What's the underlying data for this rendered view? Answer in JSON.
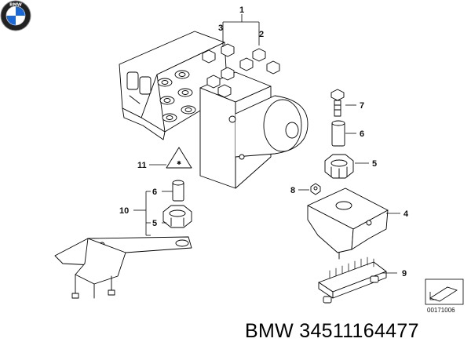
{
  "diagram": {
    "callouts": {
      "c1": "1",
      "c2": "2",
      "c3": "3",
      "c4": "4",
      "c5a": "5",
      "c5b": "5",
      "c6a": "6",
      "c6b": "6",
      "c7": "7",
      "c8": "8",
      "c9": "9",
      "c10": "10",
      "c11": "11"
    },
    "reference_code": "00171006"
  },
  "footer": {
    "brand_logo_text": "BMW",
    "part_number": "BMW 34511164477"
  },
  "colors": {
    "line": "#000000",
    "background": "#ffffff",
    "logo_blue": "#1c69d4"
  }
}
